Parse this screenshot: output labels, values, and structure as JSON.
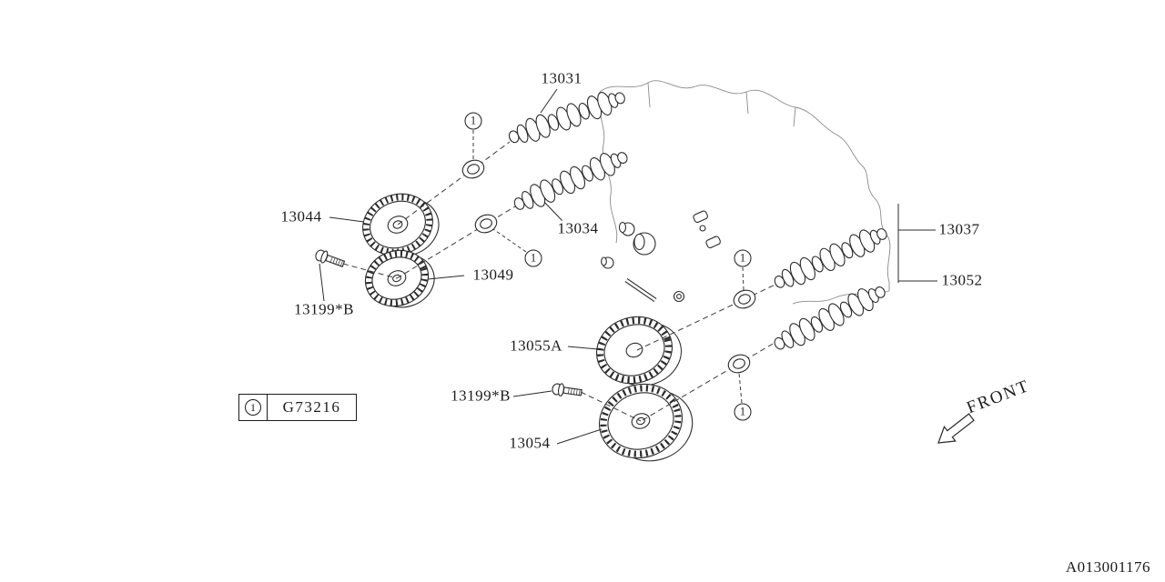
{
  "diagram": {
    "drawing_number": "A013001176",
    "front_label": "FRONT",
    "callout_marker": "1",
    "legend": {
      "marker": "1",
      "part_number": "G73216"
    },
    "labels": [
      {
        "text": "13031"
      },
      {
        "text": "13044"
      },
      {
        "text": "13034"
      },
      {
        "text": "13049"
      },
      {
        "text": "13199*B"
      },
      {
        "text": "13055A"
      },
      {
        "text": "13199*B"
      },
      {
        "text": "13054"
      },
      {
        "text": "13037"
      },
      {
        "text": "13052"
      }
    ]
  }
}
